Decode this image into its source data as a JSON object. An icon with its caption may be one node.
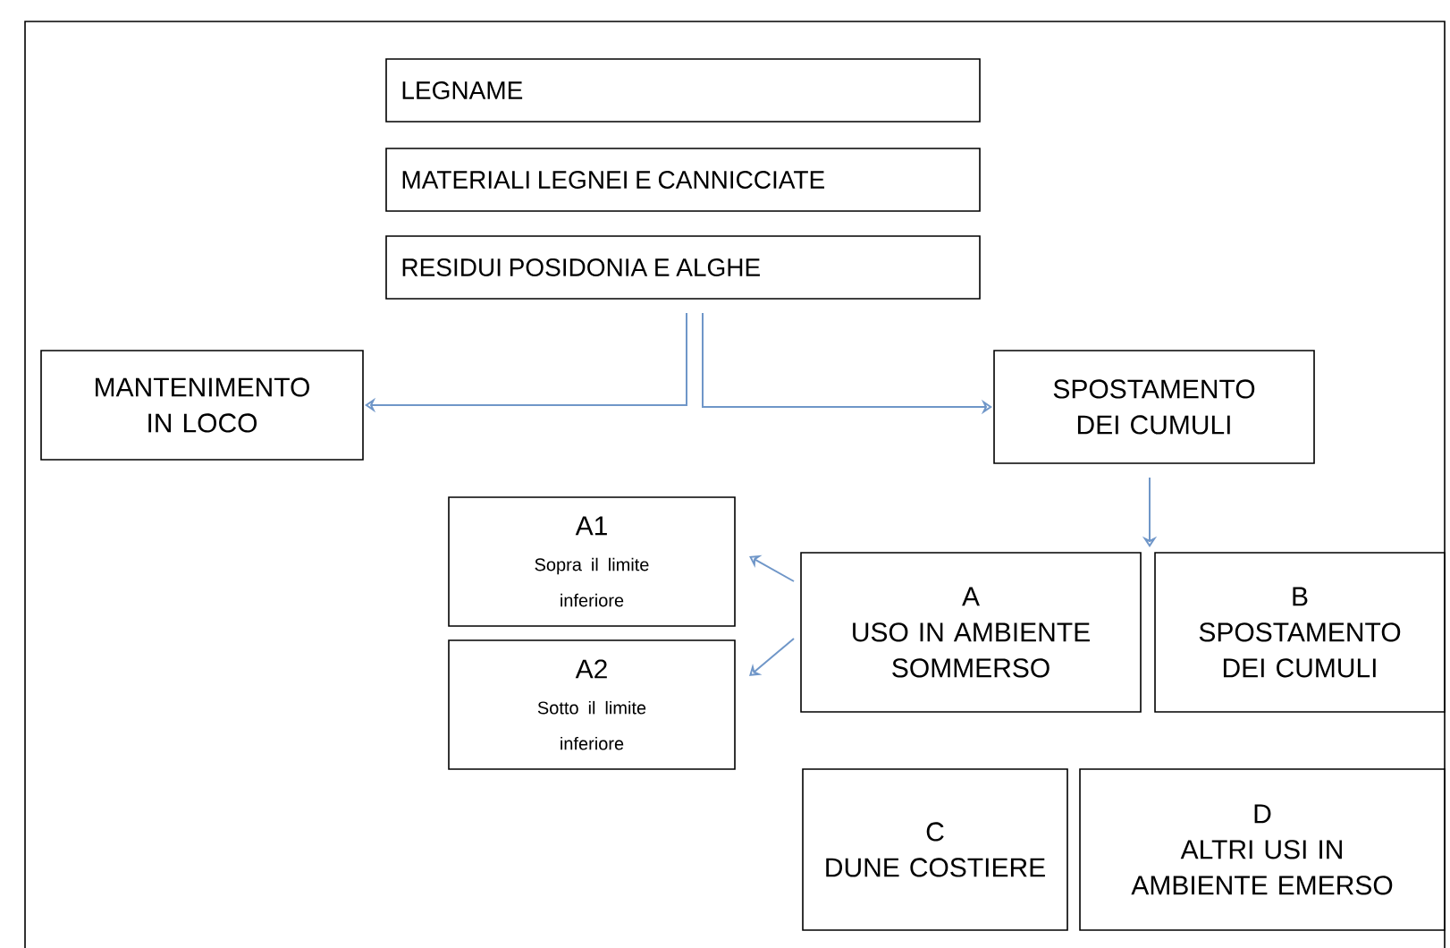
{
  "diagram": {
    "nodes": [
      {
        "text": [
          "LEGNAME"
        ]
      },
      {
        "text": [
          "MATERIALI LEGNEI E CANNICCIATE"
        ]
      },
      {
        "text": [
          "RESIDUI POSIDONIA E ALGHE"
        ]
      },
      {
        "text": [
          "MANTENIMENTO IN LOCO"
        ]
      },
      {
        "text": [
          "SPOSTAMENTO DEI CUMULI"
        ]
      },
      {
        "text": [
          "A1",
          "Sopra il limite inferiore"
        ]
      },
      {
        "text": [
          "A",
          "USO IN AMBIENTE SOMMERSO"
        ]
      },
      {
        "text": [
          "B",
          "SPOSTAMENTO DEI CUMULI"
        ]
      },
      {
        "text": [
          "A2",
          "Sotto il limite inferiore"
        ]
      },
      {
        "text": [
          "C",
          "DUNE COSTIERE"
        ]
      },
      {
        "text": [
          "D",
          "ALTRI USI IN AMBIENTE EMERSO"
        ]
      }
    ],
    "edges": [
      {
        "from": 2,
        "to": 3,
        "arrow": "to"
      },
      {
        "from": 2,
        "to": 4,
        "arrow": "to"
      },
      {
        "from": 4,
        "to": 7,
        "arrow": "to"
      },
      {
        "from": 6,
        "to": 5,
        "arrow": "to"
      },
      {
        "from": 6,
        "to": 8,
        "arrow": "to"
      }
    ]
  }
}
